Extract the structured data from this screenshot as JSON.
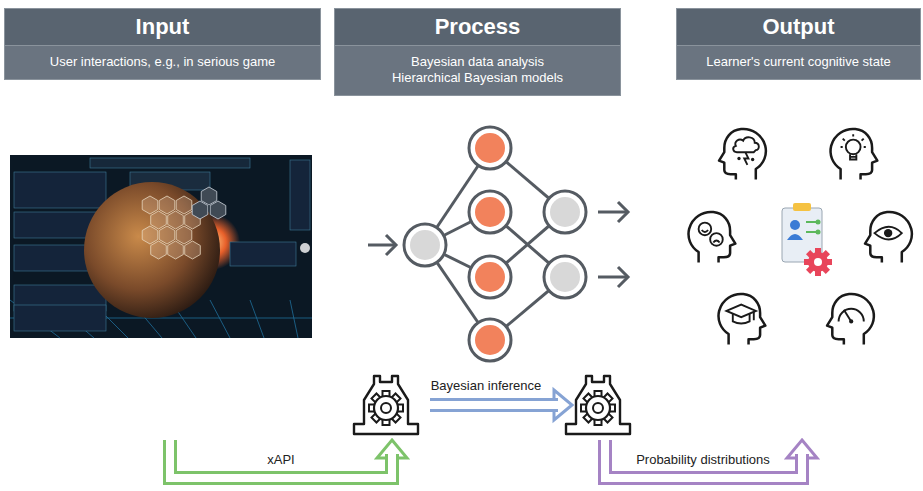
{
  "diagram": {
    "nodes": [
      {
        "text": [
          "Input",
          "User interactions, e.g., in serious game"
        ]
      },
      {
        "text": [
          "Process",
          "Bayesian data analysis",
          "Hierarchical Bayesian models"
        ]
      },
      {
        "text": [
          "Output",
          "Learner's current cognitive state"
        ]
      }
    ],
    "labels": [
      "xAPI",
      "Bayesian inference",
      "Probability distributions"
    ]
  }
}
